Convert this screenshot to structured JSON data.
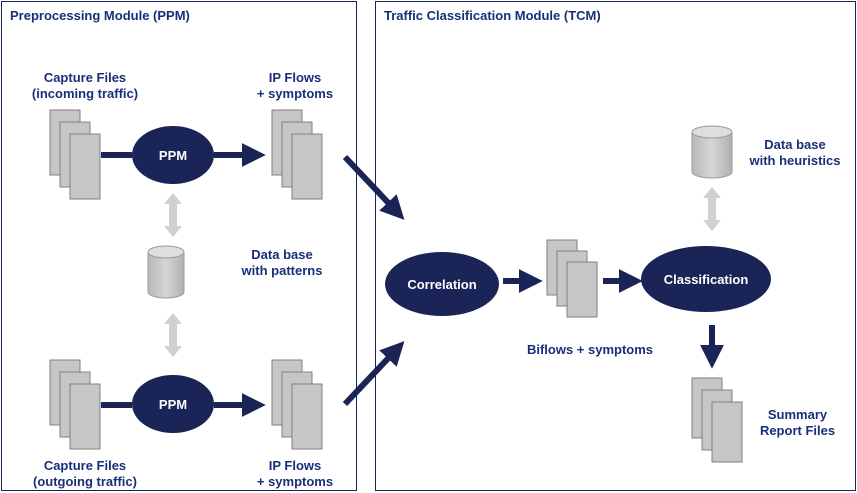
{
  "ppm_panel": {
    "title": "Preprocessing Module (PPM)"
  },
  "tcm_panel": {
    "title": "Traffic Classification Module (TCM)"
  },
  "labels": {
    "capture_in": [
      "Capture Files",
      "(incoming traffic)"
    ],
    "capture_out": [
      "Capture Files",
      "(outgoing traffic)"
    ],
    "ipflows_top": [
      "IP Flows",
      "+ symptoms"
    ],
    "ipflows_bottom": [
      "IP Flows",
      "+ symptoms"
    ],
    "db_patterns": [
      "Data base",
      "with patterns"
    ],
    "db_heuristics": [
      "Data base",
      "with heuristics"
    ],
    "biflows": "Biflows + symptoms",
    "summary": [
      "Summary",
      "Report Files"
    ]
  },
  "nodes": {
    "ppm_top": "PPM",
    "ppm_bottom": "PPM",
    "correlation": "Correlation",
    "classification": "Classification"
  },
  "colors": {
    "node_fill": "#1a2456",
    "arrow": "#1a2456",
    "label_text": "#1a2f7a",
    "doc_fill": "#c6c6c6",
    "doc_stroke": "#808080",
    "db_fill": "#c6c6c6",
    "light_arrow": "#d0d0d0"
  }
}
